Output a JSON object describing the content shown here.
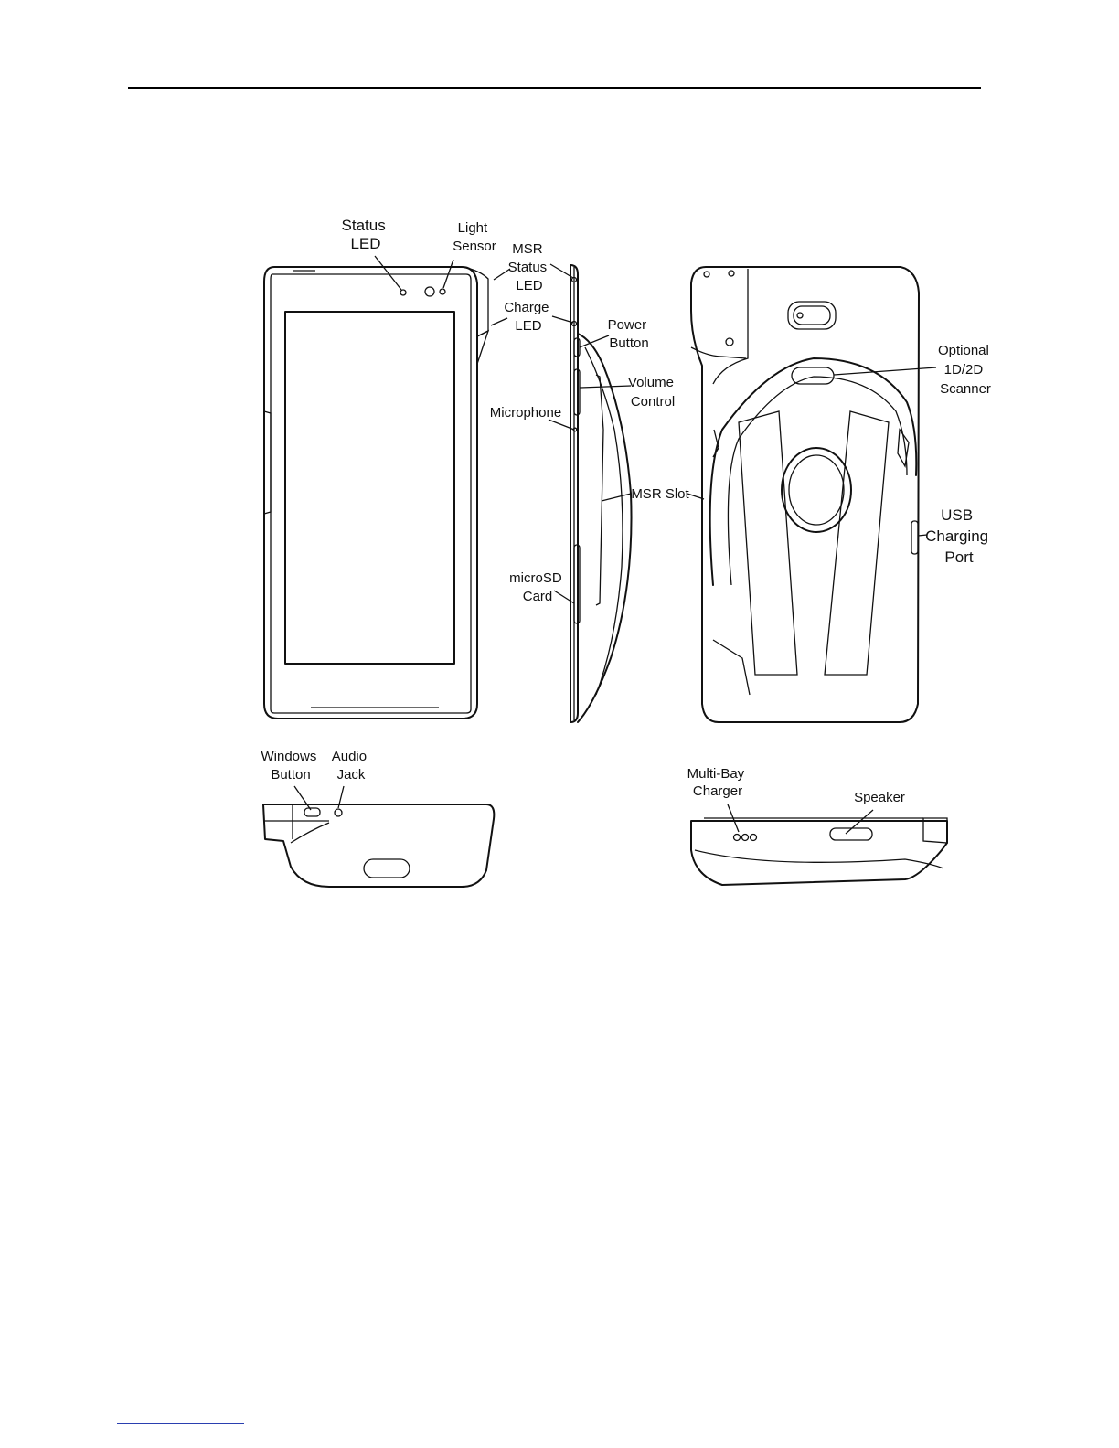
{
  "labels": {
    "status_led": [
      "Status",
      "LED"
    ],
    "light_sensor": [
      "Light",
      "Sensor"
    ],
    "msr_status_led": [
      "MSR",
      "Status",
      "LED"
    ],
    "charge_led": [
      "Charge",
      "LED"
    ],
    "power_button": [
      "Power",
      "Button"
    ],
    "volume_control": [
      "Volume",
      "Control"
    ],
    "microphone": [
      "Microphone"
    ],
    "msr_slot": [
      "MSR Slot"
    ],
    "microsd_card": [
      "microSD",
      "Card"
    ],
    "optional_scanner": [
      "Optional",
      "1D/2D",
      "Scanner"
    ],
    "usb_charging_port": [
      "USB",
      "Charging",
      "Port"
    ],
    "windows_button": [
      "Windows",
      "Button"
    ],
    "audio_jack": [
      "Audio",
      "Jack"
    ],
    "multi_bay_charger": [
      "Multi-Bay",
      "Charger"
    ],
    "speaker": [
      "Speaker"
    ]
  }
}
